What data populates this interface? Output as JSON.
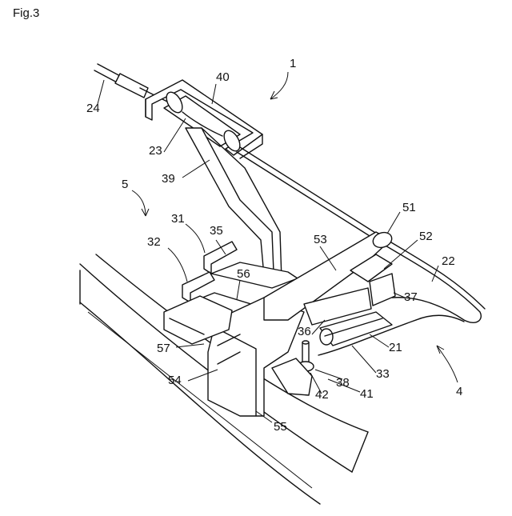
{
  "figure": {
    "title": "Fig.3",
    "labels": [
      "1",
      "40",
      "24",
      "23",
      "39",
      "5",
      "31",
      "35",
      "32",
      "56",
      "57",
      "54",
      "55",
      "51",
      "52",
      "53",
      "22",
      "37",
      "36",
      "21",
      "33",
      "38",
      "41",
      "42",
      "4"
    ]
  }
}
